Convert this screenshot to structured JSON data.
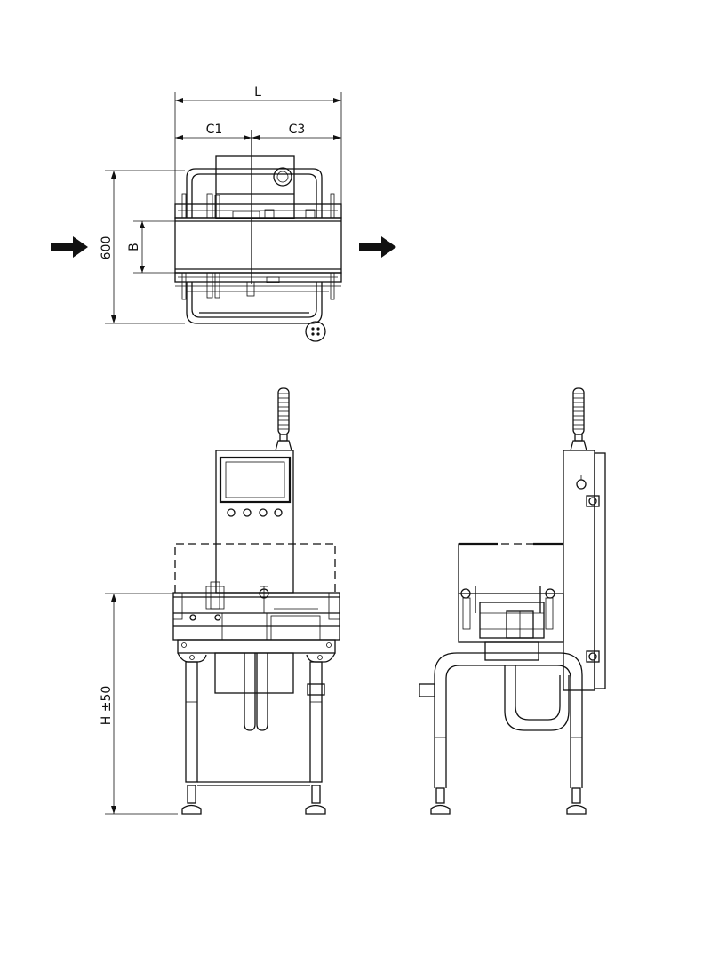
{
  "dimensions": {
    "length": "L",
    "c1": "C1",
    "c3": "C3",
    "width": "600",
    "belt_width": "B",
    "height": "H ±50"
  },
  "flow": {
    "inlet_icon": "arrow-right-icon",
    "outlet_icon": "arrow-right-icon"
  },
  "colors": {
    "line": "#111111",
    "background": "#ffffff"
  }
}
